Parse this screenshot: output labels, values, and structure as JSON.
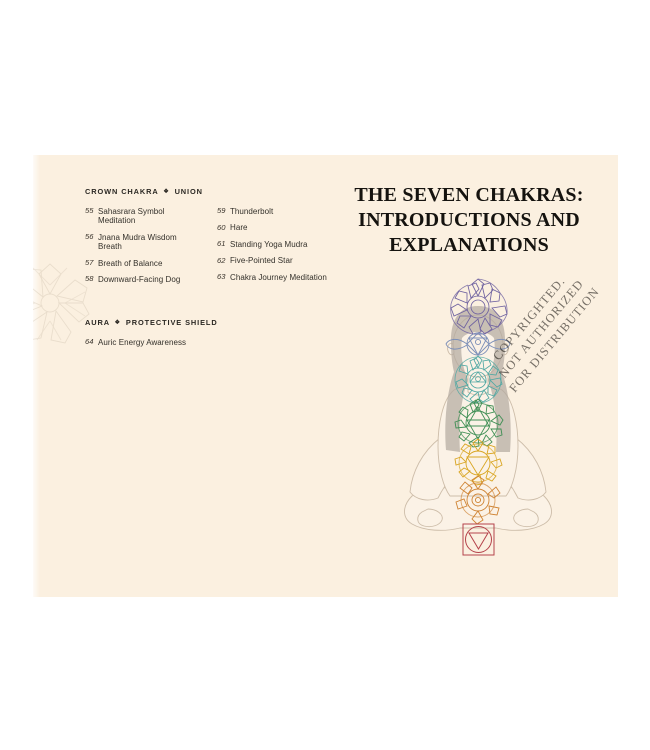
{
  "page": {
    "background_color": "#fbf0e0",
    "outer_background_color": "#ffffff"
  },
  "contents": {
    "sections": [
      {
        "id": "crown-chakra",
        "heading_left": "CROWN CHAKRA",
        "heading_separator": "❖",
        "heading_right": "UNION",
        "heading": "CROWN CHAKRA ❖ UNION",
        "columns": [
          {
            "entries": [
              {
                "num": "55",
                "title": "Sahasrara Symbol Meditation"
              },
              {
                "num": "56",
                "title": "Jnana Mudra Wisdom Breath"
              },
              {
                "num": "57",
                "title": "Breath of Balance"
              },
              {
                "num": "58",
                "title": "Downward-Facing Dog"
              }
            ]
          },
          {
            "entries": [
              {
                "num": "59",
                "title": "Thunderbolt"
              },
              {
                "num": "60",
                "title": "Hare"
              },
              {
                "num": "61",
                "title": "Standing Yoga Mudra"
              },
              {
                "num": "62",
                "title": "Five-Pointed Star"
              },
              {
                "num": "63",
                "title": "Chakra Journey Meditation"
              }
            ]
          }
        ]
      },
      {
        "id": "aura",
        "heading_left": "AURA",
        "heading_separator": "❖",
        "heading_right": "PROTECTIVE SHIELD",
        "heading": "AURA ❖ PROTECTIVE SHIELD",
        "columns": [
          {
            "entries": [
              {
                "num": "64",
                "title": "Auric Energy Awareness"
              }
            ]
          }
        ]
      }
    ]
  },
  "title": {
    "lines": [
      "THE SEVEN CHAKRAS:",
      "INTRODUCTIONS AND",
      "EXPLANATIONS"
    ]
  },
  "watermark": {
    "lines": [
      "COPYRIGHTED.",
      "NOT AUTHORIZED",
      "FOR DISTRIBUTION"
    ]
  },
  "figure": {
    "caption": "Seated meditating figure with seven chakra symbols",
    "skin_color": "#faf0e2",
    "outline_color": "#c9b9a6",
    "hair_color": "#b2a99f",
    "chakras": [
      {
        "name": "crown",
        "sanskrit": "Sahasrara",
        "color": "#6f62a0",
        "symbol": "thousand-petal-lotus"
      },
      {
        "name": "third-eye",
        "sanskrit": "Ajna",
        "color": "#7c8fb8",
        "symbol": "two-petal-lotus-triangle"
      },
      {
        "name": "throat",
        "sanskrit": "Vishuddha",
        "color": "#4fa8a3",
        "symbol": "sixteen-petal-lotus"
      },
      {
        "name": "heart",
        "sanskrit": "Anahata",
        "color": "#3f8f54",
        "symbol": "hexagram-lotus"
      },
      {
        "name": "solar-plexus",
        "sanskrit": "Manipura",
        "color": "#d9a521",
        "symbol": "ten-petal-lotus-triangle"
      },
      {
        "name": "sacral",
        "sanskrit": "Svadhisthana",
        "color": "#cf8434",
        "symbol": "six-petal-lotus-circle"
      },
      {
        "name": "root",
        "sanskrit": "Muladhara",
        "color": "#b5434b",
        "symbol": "square-downward-triangle"
      }
    ]
  }
}
